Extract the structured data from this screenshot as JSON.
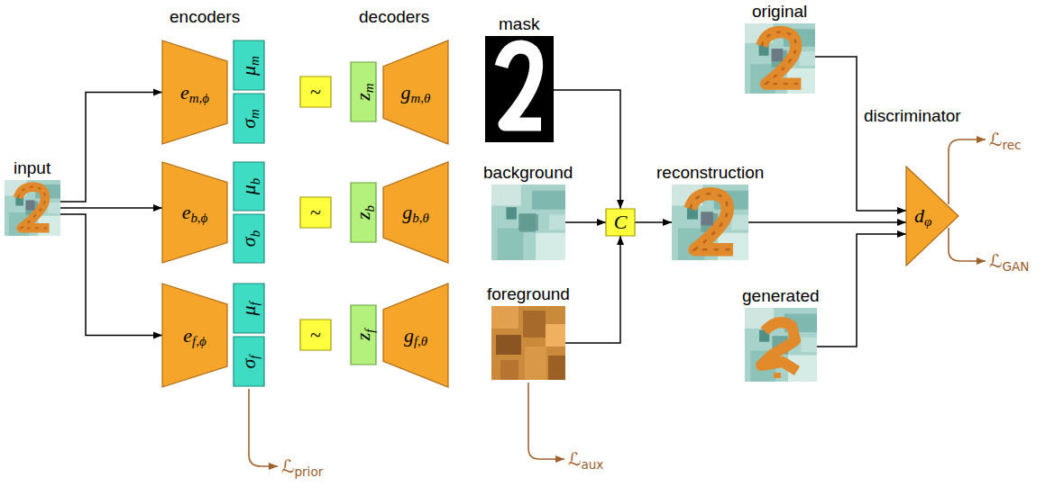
{
  "diagram": {
    "nodes": [
      {
        "text": [
          "input"
        ]
      },
      {
        "text": [
          "em,ϕ"
        ]
      },
      {
        "text": [
          "μm"
        ]
      },
      {
        "text": [
          "σm"
        ]
      },
      {
        "text": [
          "~"
        ]
      },
      {
        "text": [
          "zm"
        ]
      },
      {
        "text": [
          "gm,θ"
        ]
      },
      {
        "text": [
          "mask"
        ]
      },
      {
        "text": [
          "eb,ϕ"
        ]
      },
      {
        "text": [
          "μb"
        ]
      },
      {
        "text": [
          "σb"
        ]
      },
      {
        "text": [
          "~"
        ]
      },
      {
        "text": [
          "zb"
        ]
      },
      {
        "text": [
          "gb,θ"
        ]
      },
      {
        "text": [
          "background"
        ]
      },
      {
        "text": [
          "C"
        ]
      },
      {
        "text": [
          "reconstruction"
        ]
      },
      {
        "text": [
          "ef,ϕ"
        ]
      },
      {
        "text": [
          "μf"
        ]
      },
      {
        "text": [
          "σf"
        ]
      },
      {
        "text": [
          "~"
        ]
      },
      {
        "text": [
          "zf"
        ]
      },
      {
        "text": [
          "gf,θ"
        ]
      },
      {
        "text": [
          "foreground"
        ]
      },
      {
        "text": [
          "original"
        ]
      },
      {
        "text": [
          "discriminator",
          "dφ"
        ]
      },
      {
        "text": [
          "generated"
        ]
      }
    ],
    "edges": [
      {
        "from": 0,
        "to": 1,
        "arrow": "to"
      },
      {
        "from": 0,
        "to": 8,
        "arrow": "to"
      },
      {
        "from": 0,
        "to": 17,
        "arrow": "to"
      },
      {
        "from": 7,
        "to": 15,
        "arrow": "to"
      },
      {
        "from": 14,
        "to": 15,
        "arrow": "to"
      },
      {
        "from": 23,
        "to": 15,
        "arrow": "to"
      },
      {
        "from": 15,
        "to": 16,
        "arrow": "to"
      },
      {
        "from": 24,
        "to": 25,
        "arrow": "to"
      },
      {
        "from": 16,
        "to": 25,
        "arrow": "to"
      },
      {
        "from": 26,
        "to": 25,
        "arrow": "to"
      }
    ],
    "labels": [
      "encoders",
      "decoders",
      "ℒrec",
      "ℒGAN",
      "ℒprior",
      "ℒaux"
    ]
  }
}
